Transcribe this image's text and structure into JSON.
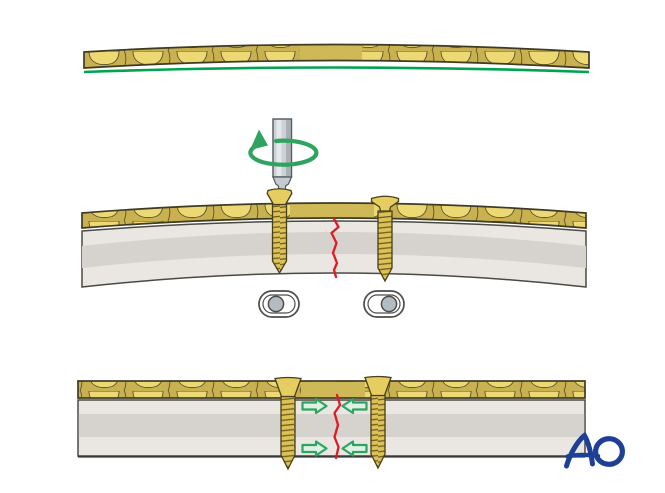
{
  "logo": {
    "text": "AO",
    "color": "#1e3f96"
  },
  "palette": {
    "cortex_light": "#ecd973",
    "cortex_dark": "#c9b152",
    "cortex_plain": "#cfb857",
    "bone_light": "#eae6e2",
    "bone_mid": "#d6d2ce",
    "outline_dark": "#3f3a22",
    "screw_gold": "#dcc156",
    "screw_gold_light": "#e6cd60",
    "green_arrow": "#2fa360",
    "green_line": "#00a44f",
    "fracture_red": "#e11b23",
    "driver_gray": "#ccd1d5",
    "washer_gray": "#b3bcc3"
  },
  "icons": {
    "rotation_arrow": "circular-rotation-arrow",
    "compression_arrow": "green-block-arrow-toward-fracture"
  },
  "panels": [
    {
      "name": "top-bone-strip",
      "elements": [
        "curved-cortical-strip",
        "green-underlay-line"
      ]
    },
    {
      "name": "middle-screw-insertion",
      "elements": [
        "bone-cross-section",
        "screwdriver",
        "rotation-arrow",
        "lag-screw-left",
        "lag-screw-right",
        "fracture-line",
        "exit-hole-left",
        "exit-hole-right"
      ]
    },
    {
      "name": "bottom-compression",
      "elements": [
        "bone-cross-section",
        "lag-screw-left",
        "lag-screw-right",
        "fracture-line",
        "compression-arrows"
      ]
    }
  ]
}
